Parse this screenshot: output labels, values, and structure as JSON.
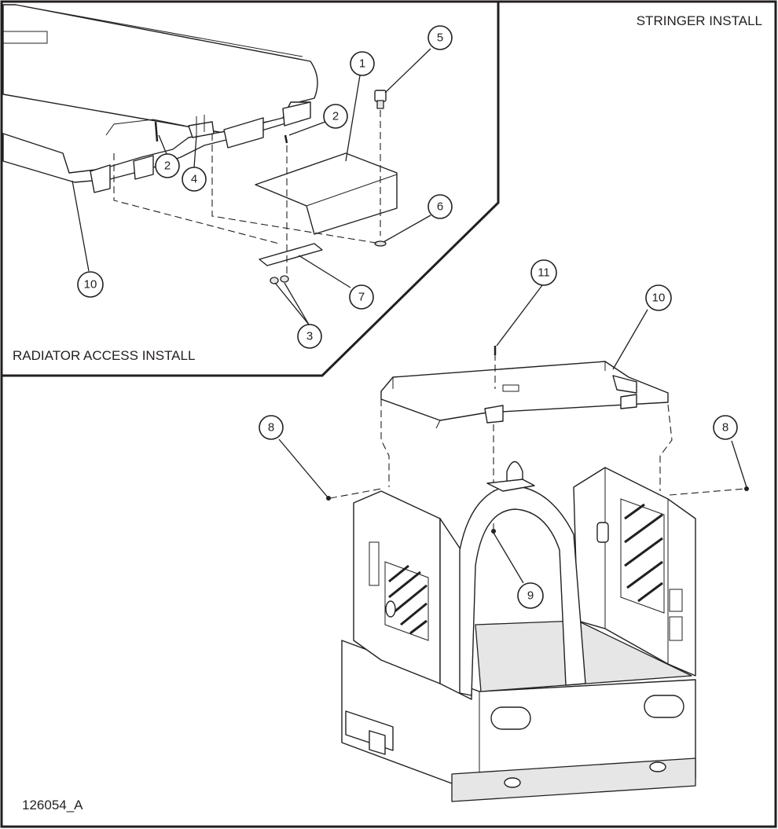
{
  "sections": {
    "stringer_title": "STRINGER INSTALL",
    "radiator_title": "RADIATOR ACCESS INSTALL"
  },
  "drawing_number": "126054_A",
  "callouts": [
    {
      "id": "callout-1",
      "label": "1"
    },
    {
      "id": "callout-2a",
      "label": "2"
    },
    {
      "id": "callout-2b",
      "label": "2"
    },
    {
      "id": "callout-3",
      "label": "3"
    },
    {
      "id": "callout-4",
      "label": "4"
    },
    {
      "id": "callout-5",
      "label": "5"
    },
    {
      "id": "callout-6",
      "label": "6"
    },
    {
      "id": "callout-7",
      "label": "7"
    },
    {
      "id": "callout-10a",
      "label": "10"
    },
    {
      "id": "callout-11",
      "label": "11"
    },
    {
      "id": "callout-10b",
      "label": "10"
    },
    {
      "id": "callout-8a",
      "label": "8"
    },
    {
      "id": "callout-8b",
      "label": "8"
    },
    {
      "id": "callout-9",
      "label": "9"
    }
  ]
}
